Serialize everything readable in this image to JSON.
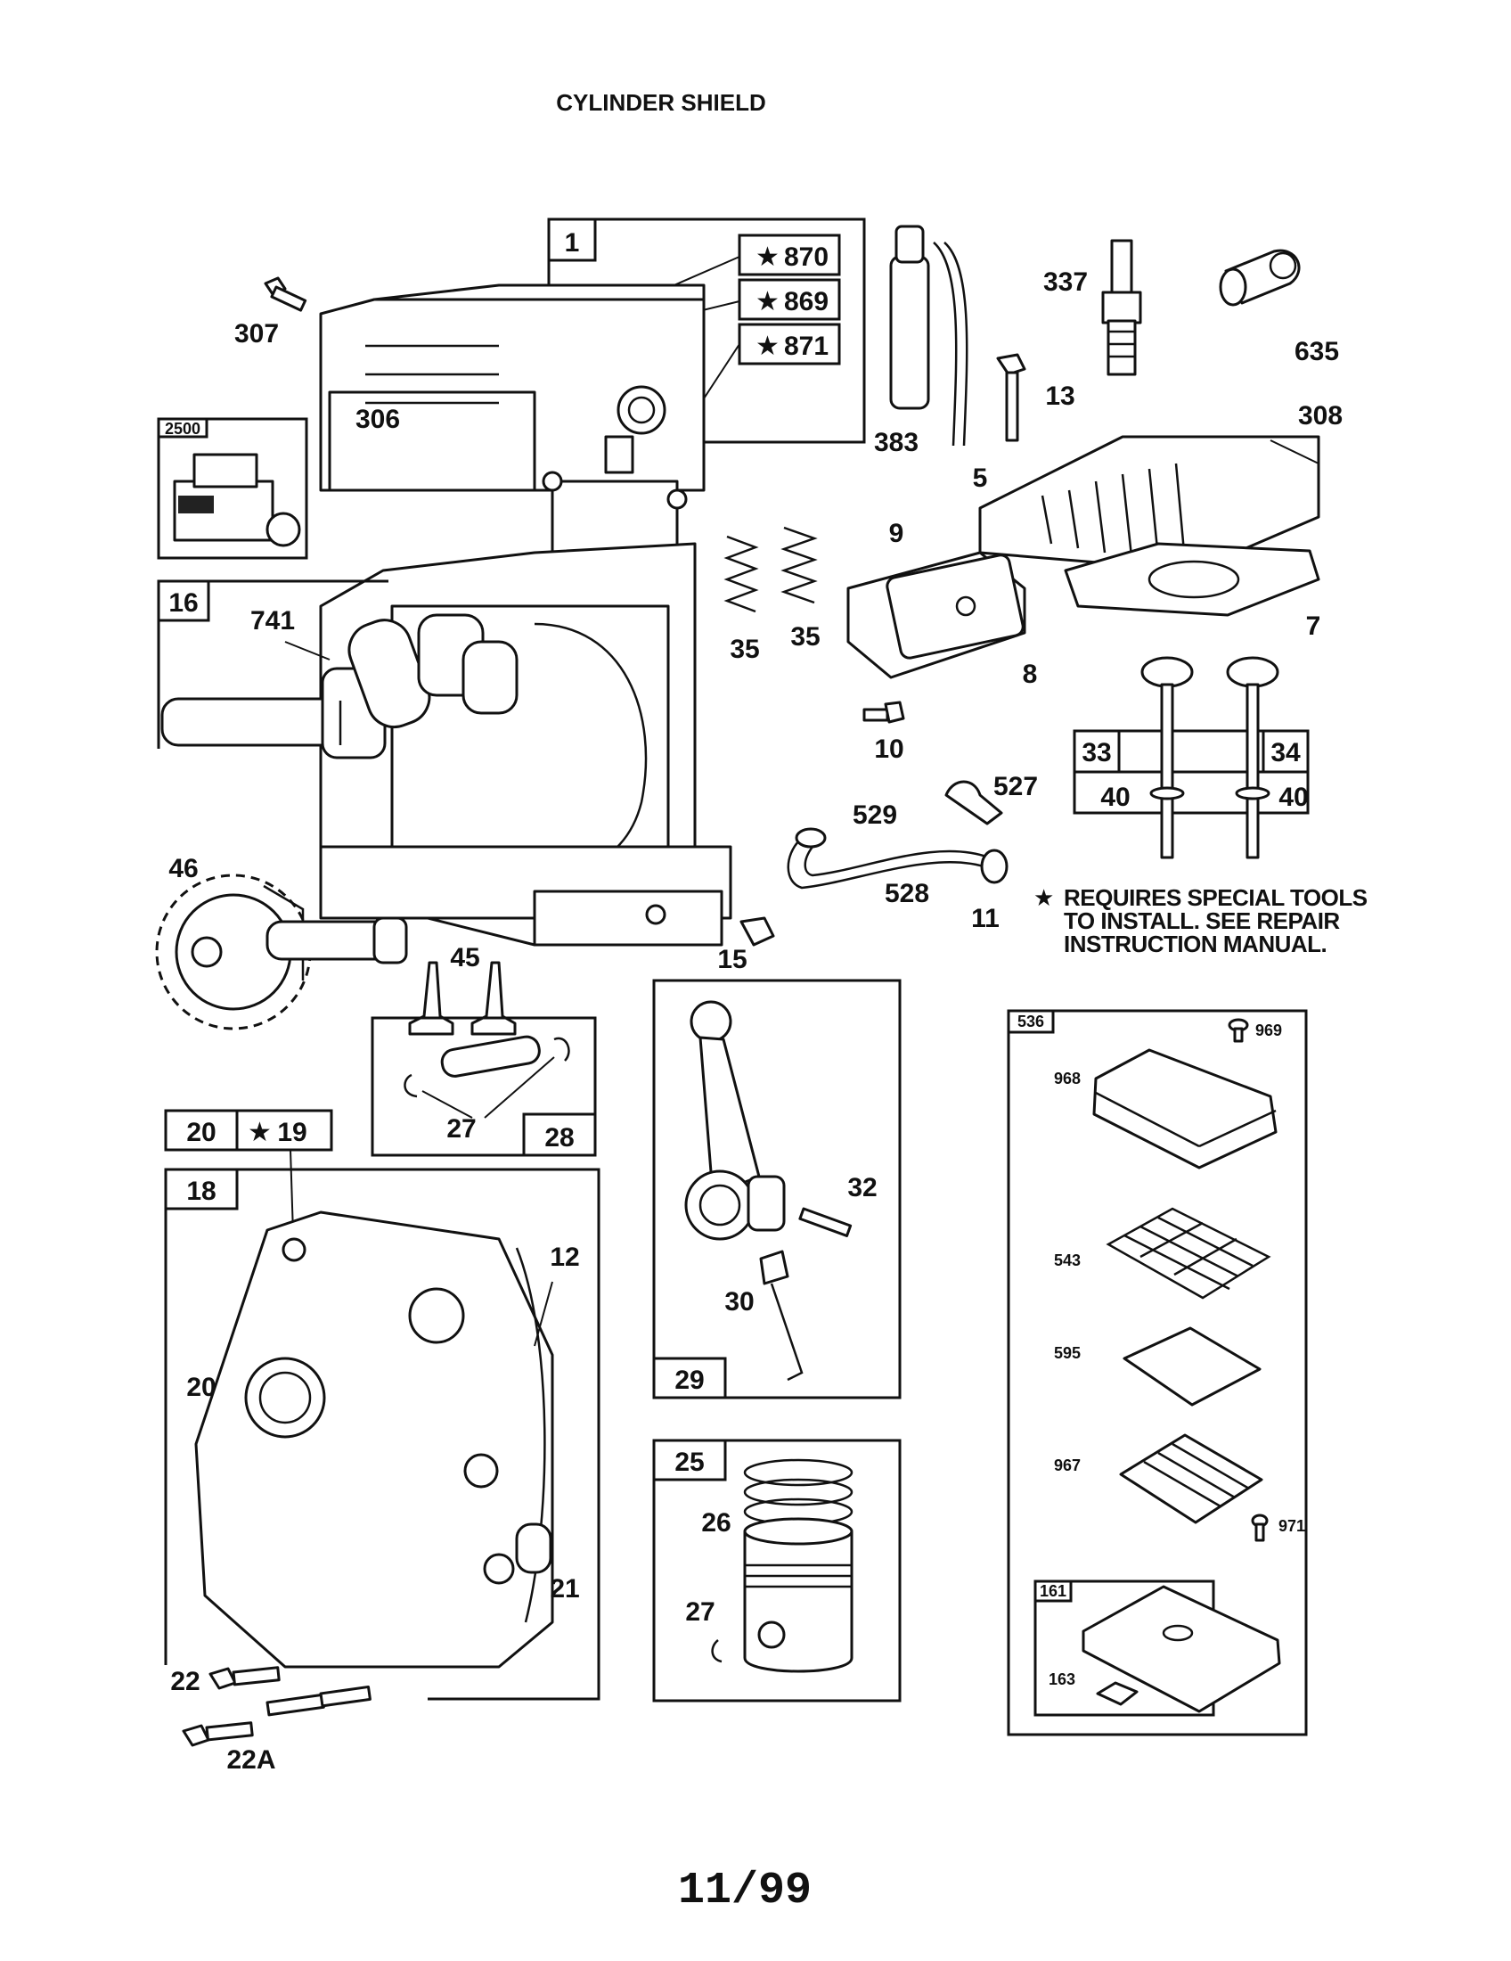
{
  "title": "CYLINDER SHIELD",
  "page_number": "11/99",
  "note": {
    "star": "★",
    "lines": [
      "REQUIRES SPECIAL TOOLS",
      "TO INSTALL.  SEE REPAIR",
      "INSTRUCTION MANUAL."
    ]
  },
  "starred_parts": [
    "870",
    "869",
    "871",
    "19"
  ],
  "labels": {
    "p1": "1",
    "p870": "870",
    "p869": "869",
    "p871": "871",
    "p307": "307",
    "p306": "306",
    "p2500": "2500",
    "p383": "383",
    "p337": "337",
    "p635": "635",
    "p13": "13",
    "p308": "308",
    "p5": "5",
    "p7": "7",
    "p16": "16",
    "p741": "741",
    "p35a": "35",
    "p35b": "35",
    "p9": "9",
    "p8": "8",
    "p10": "10",
    "p33": "33",
    "p34": "34",
    "p40a": "40",
    "p40b": "40",
    "p527": "527",
    "p529": "529",
    "p528": "528",
    "p11": "11",
    "p46": "46",
    "p45": "45",
    "p15": "15",
    "p27a": "27",
    "p28": "28",
    "p20box": "20",
    "p19": "19",
    "p18": "18",
    "p12": "12",
    "p20": "20",
    "p21": "21",
    "p22": "22",
    "p22A": "22A",
    "p32": "32",
    "p30": "30",
    "p29": "29",
    "p25": "25",
    "p26": "26",
    "p27b": "27",
    "p536": "536",
    "p969": "969",
    "p968": "968",
    "p543": "543",
    "p595": "595",
    "p967": "967",
    "p971": "971",
    "p161": "161",
    "p163": "163"
  }
}
